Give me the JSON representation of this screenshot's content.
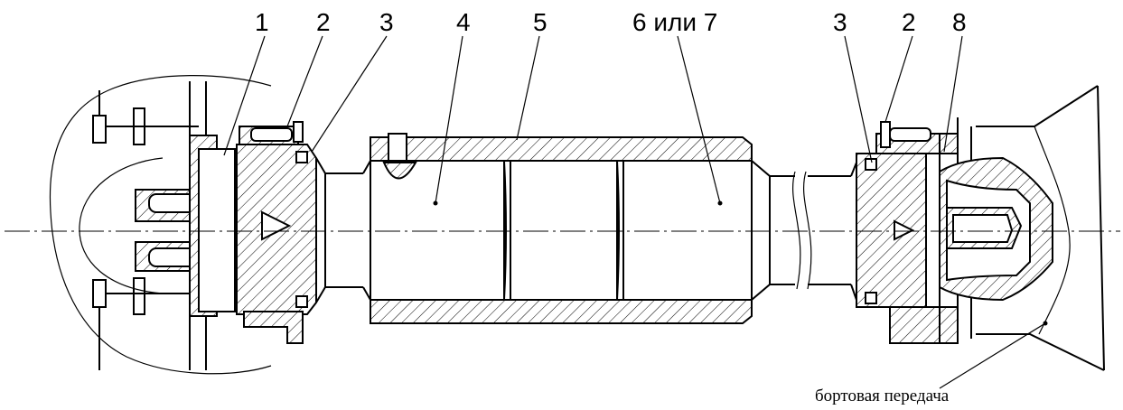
{
  "callouts": {
    "c1": "1",
    "c2_left": "2",
    "c3_left": "3",
    "c4": "4",
    "c5": "5",
    "c6": "6 или 7",
    "c3_right": "3",
    "c2_right": "2",
    "c8": "8"
  },
  "caption": "бортовая передача"
}
